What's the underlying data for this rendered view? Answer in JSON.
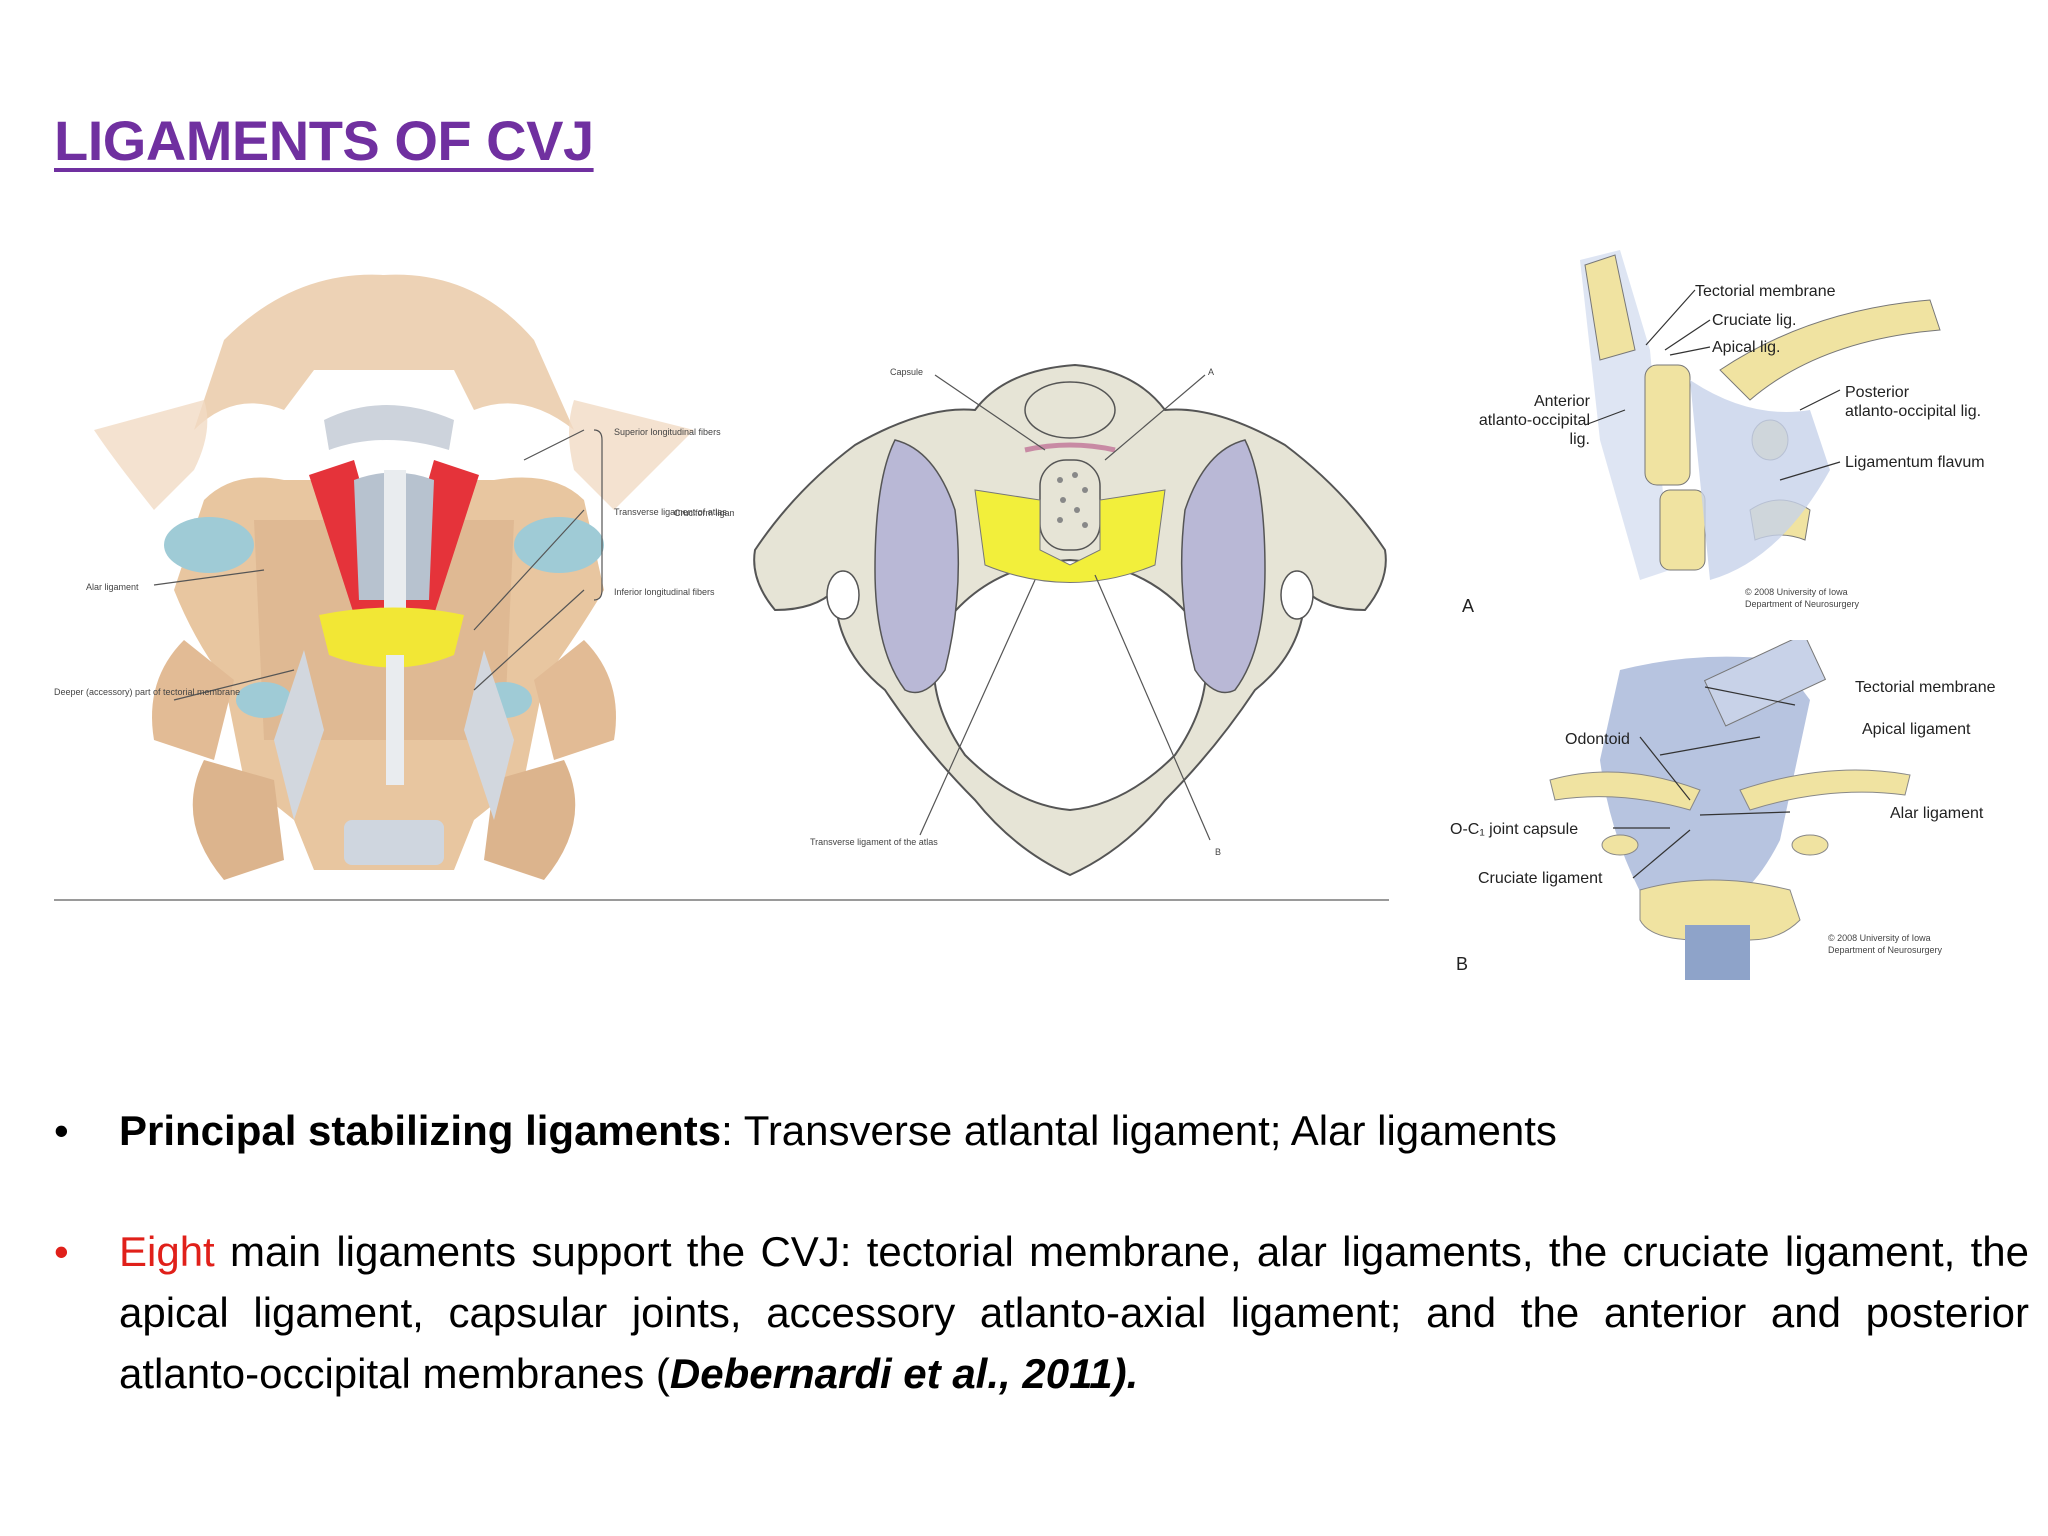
{
  "slide": {
    "title": "LIGAMENTS OF CVJ"
  },
  "figure_left": {
    "labels": {
      "superior": "Superior longitudinal fibers",
      "transverse": "Transverse ligament of atlas",
      "inferior": "Inferior longitudinal fibers",
      "cruciform": "Cruciform ligament",
      "alar": "Alar ligament",
      "deeper": "Deeper (accessory) part of tectorial membrane"
    }
  },
  "figure_middle": {
    "labels": {
      "capsule": "Capsule",
      "a": "A",
      "b": "B",
      "transverse": "Transverse ligament of the atlas"
    }
  },
  "figure_right_a": {
    "panel": "A",
    "labels": {
      "tectorial": "Tectorial membrane",
      "cruciate": "Cruciate lig.",
      "apical": "Apical lig.",
      "anterior_1": "Anterior",
      "anterior_2": "atlanto-occipital",
      "anterior_3": "lig.",
      "posterior_1": "Posterior",
      "posterior_2": "atlanto-occipital lig.",
      "flavum": "Ligamentum flavum",
      "copyright_1": "© 2008 University of Iowa",
      "copyright_2": "Department of Neurosurgery"
    }
  },
  "figure_right_b": {
    "panel": "B",
    "labels": {
      "tectorial": "Tectorial membrane",
      "apical": "Apical ligament",
      "odontoid": "Odontoid",
      "alar": "Alar ligament",
      "capsule": "O-C₁ joint capsule",
      "cruciate": "Cruciate ligament",
      "copyright_1": "© 2008 University of Iowa",
      "copyright_2": "Department of Neurosurgery"
    }
  },
  "bullets": {
    "b1": {
      "bold": "Principal stabilizing ligaments",
      "rest": ": Transverse atlantal ligament; Alar ligaments"
    },
    "b2": {
      "red": "Eight",
      "text": " main ligaments support the CVJ: tectorial membrane, alar ligaments, the cruciate ligament, the apical ligament, capsular joints, accessory atlanto-axial ligament; and the anterior and posterior atlanto-occipital membranes (",
      "citation": "Debernardi et al., 2011)."
    }
  },
  "colors": {
    "title": "#7030a0",
    "highlight_red": "#e0201a"
  }
}
